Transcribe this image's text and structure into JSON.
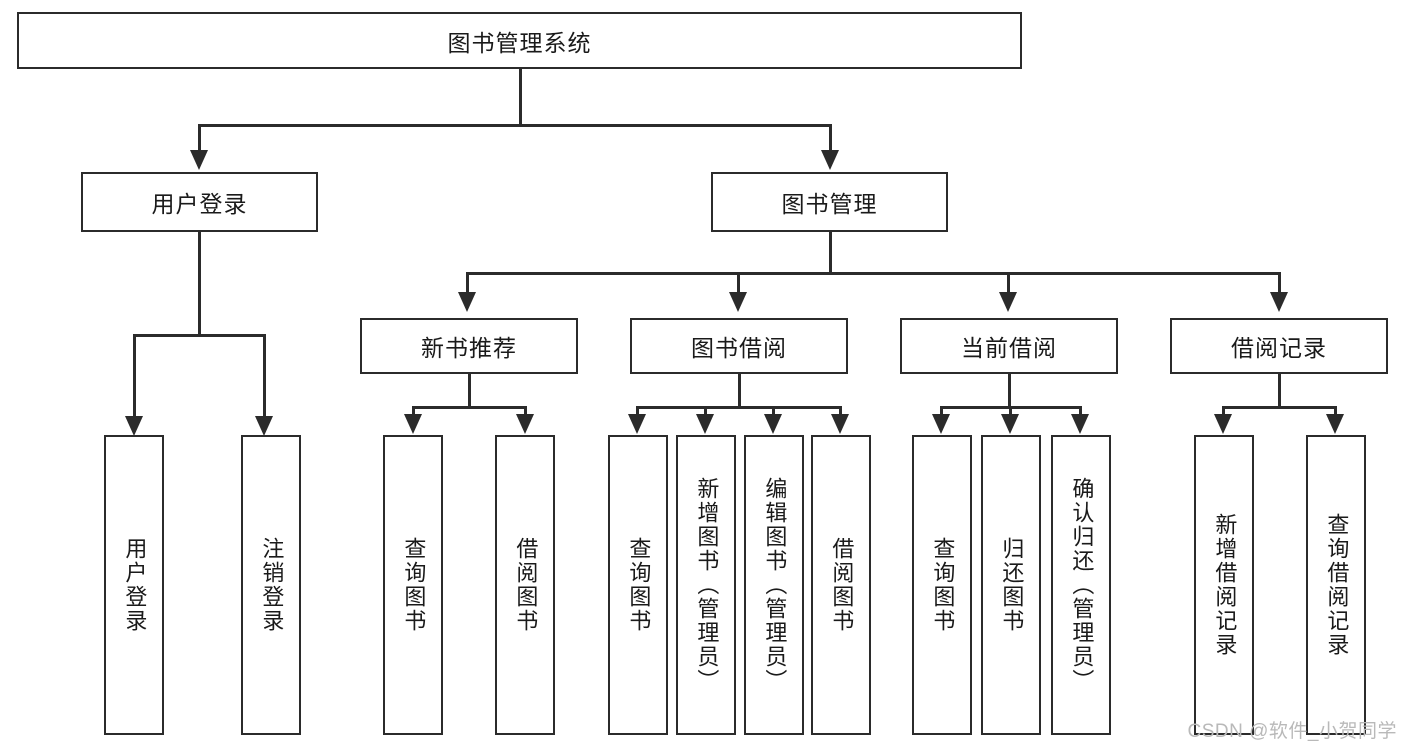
{
  "diagram": {
    "type": "tree",
    "title": "图书管理系统",
    "root": {
      "label": "图书管理系统"
    },
    "level2": [
      {
        "label": "用户登录"
      },
      {
        "label": "图书管理"
      }
    ],
    "level3": [
      {
        "label": "新书推荐"
      },
      {
        "label": "图书借阅"
      },
      {
        "label": "当前借阅"
      },
      {
        "label": "借阅记录"
      }
    ],
    "leaves": {
      "user_login": [
        {
          "label": "用户登录"
        },
        {
          "label": "注销登录"
        }
      ],
      "new_book_recommend": [
        {
          "label": "查询图书"
        },
        {
          "label": "借阅图书"
        }
      ],
      "book_borrow": [
        {
          "label": "查询图书"
        },
        {
          "label": "新增图书（管理员）"
        },
        {
          "label": "编辑图书（管理员）"
        },
        {
          "label": "借阅图书"
        }
      ],
      "current_borrow": [
        {
          "label": "查询图书"
        },
        {
          "label": "归还图书"
        },
        {
          "label": "确认归还（管理员）"
        }
      ],
      "borrow_record": [
        {
          "label": "新增借阅记录"
        },
        {
          "label": "查询借阅记录"
        }
      ]
    }
  },
  "watermark": {
    "text": "CSDN @软件_小贺同学"
  },
  "colors": {
    "stroke": "#2b2b2b",
    "background": "#ffffff",
    "text": "#1a1a1a",
    "watermark": "#b9b9b9"
  }
}
